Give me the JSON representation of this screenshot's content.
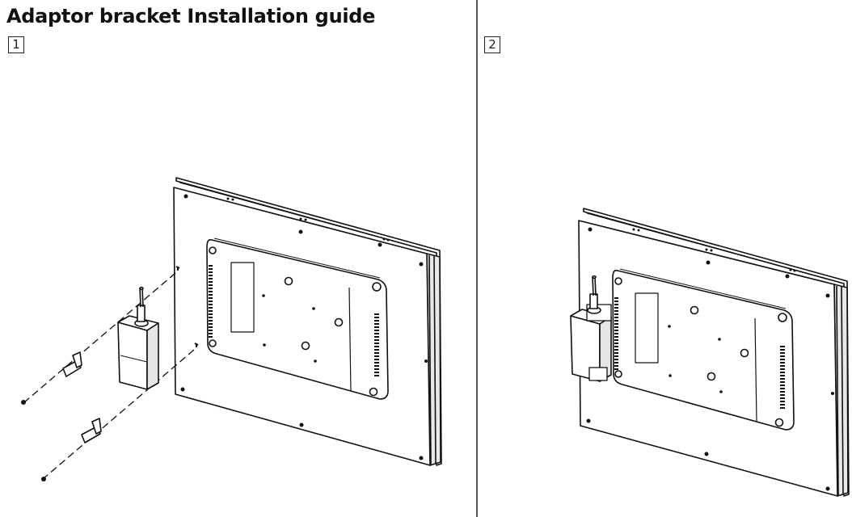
{
  "title": "Adaptor bracket Installation guide",
  "steps": [
    {
      "number": "1"
    },
    {
      "number": "2"
    }
  ]
}
